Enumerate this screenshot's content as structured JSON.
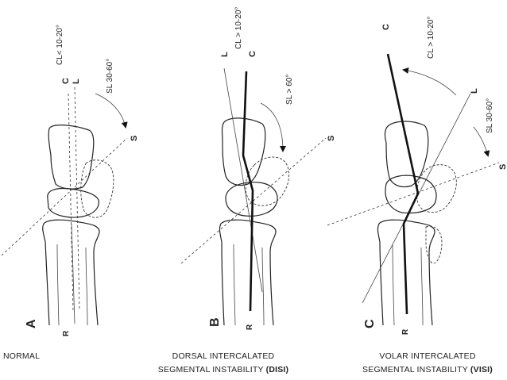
{
  "panels": [
    {
      "letter": "A",
      "caption_line1": "NORMAL",
      "caption_line2": "",
      "caption_bold": "",
      "cl_text": "CL< 10-20°",
      "sl_text": "SL 30-60°",
      "c_mark": "C",
      "l_mark": "L",
      "s_mark": "S",
      "r_mark": "R"
    },
    {
      "letter": "B",
      "caption_line1": "DORSAL INTERCALATED",
      "caption_line2": "SEGMENTAL INSTABILITY ",
      "caption_bold": "(DISI)",
      "cl_text": "CL > 10-20°",
      "sl_text": "SL > 60°",
      "c_mark": "C",
      "l_mark": "L",
      "s_mark": "S",
      "r_mark": "R"
    },
    {
      "letter": "C",
      "caption_line1": "VOLAR INTERCALATED",
      "caption_line2": "SEGMENTAL INSTABILITY ",
      "caption_bold": "(VISI)",
      "cl_text": "CL > 10-20°",
      "sl_text": "SL 30-60°",
      "c_mark": "C",
      "l_mark": "L",
      "s_mark": "S",
      "r_mark": "R"
    }
  ]
}
